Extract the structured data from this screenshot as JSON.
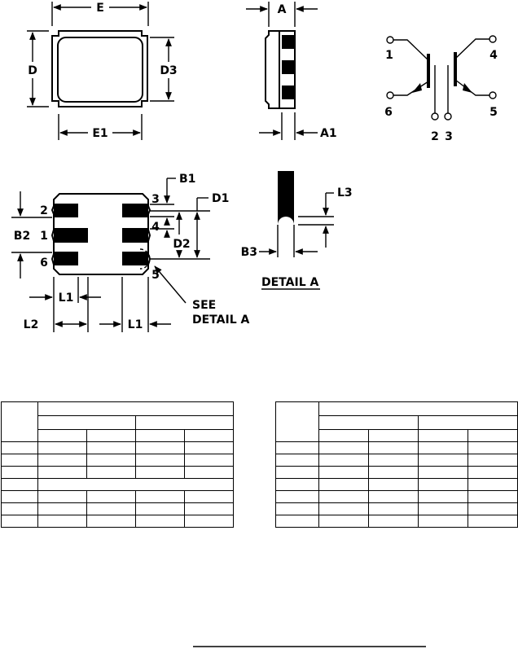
{
  "top_view": {
    "dim_e": "E",
    "dim_e1": "E1",
    "dim_d": "D",
    "dim_d3": "D3"
  },
  "side_view": {
    "dim_a": "A",
    "dim_a1": "A1"
  },
  "schematic": {
    "pins": [
      "1",
      "4",
      "6",
      "5",
      "2",
      "3"
    ]
  },
  "bottom_view": {
    "pin_labels": [
      "2",
      "1",
      "6",
      "3",
      "4",
      "5"
    ],
    "dim_b1": "B1",
    "dim_d1": "D1",
    "dim_d2": "D2",
    "dim_b2": "B2",
    "dim_l1_left": "L1",
    "dim_l1_right": "L1",
    "dim_l2": "L2",
    "see_note": [
      "SEE",
      "DETAIL A"
    ]
  },
  "detail_a": {
    "title": "DETAIL A",
    "dim_l3": "L3",
    "dim_b3": "B3"
  },
  "tables": [
    {
      "rows": 8,
      "cols": 5
    },
    {
      "rows": 8,
      "cols": 5
    }
  ]
}
